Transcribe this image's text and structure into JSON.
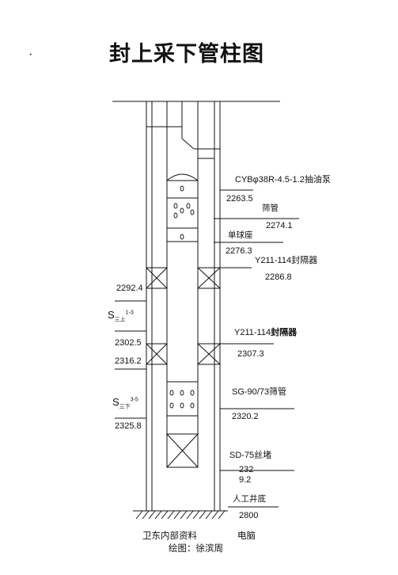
{
  "title": "封上采下管柱图",
  "bullet": "·",
  "labels": {
    "pump": "CYBφ38R-4.5-1.2抽油泵",
    "depth_2263": "2263.5",
    "screen": "筛管",
    "depth_2274": "2274.1",
    "ball_seat": "单球座",
    "depth_2276": "2276.3",
    "packer1": "Y211-114封隔器",
    "depth_2286": "2286.8",
    "depth_2292": "2292.4",
    "s_upper_main": "S",
    "s_upper_sub": "三上",
    "s_upper_sup": "1-3",
    "depth_2302": "2302.5",
    "packer2_prefix": "Y211-114",
    "packer2_suffix": "封隔器",
    "depth_2307": "2307.3",
    "depth_2316": "2316.2",
    "screen2": "SG-90/73筛管",
    "s_lower_main": "S",
    "s_lower_sub": "三下",
    "s_lower_sup": "3-5",
    "depth_2320": "2320.2",
    "depth_2325": "2325.8",
    "plug": "SD-75丝堵",
    "depth_2329_a": "232",
    "depth_2329_b": "9.2",
    "artificial_bottom": "人工井底",
    "depth_2800": "2800",
    "footer_left": "卫东内部资料",
    "footer_right": "电脑",
    "drawn_by": "绘图：徐滨周"
  }
}
